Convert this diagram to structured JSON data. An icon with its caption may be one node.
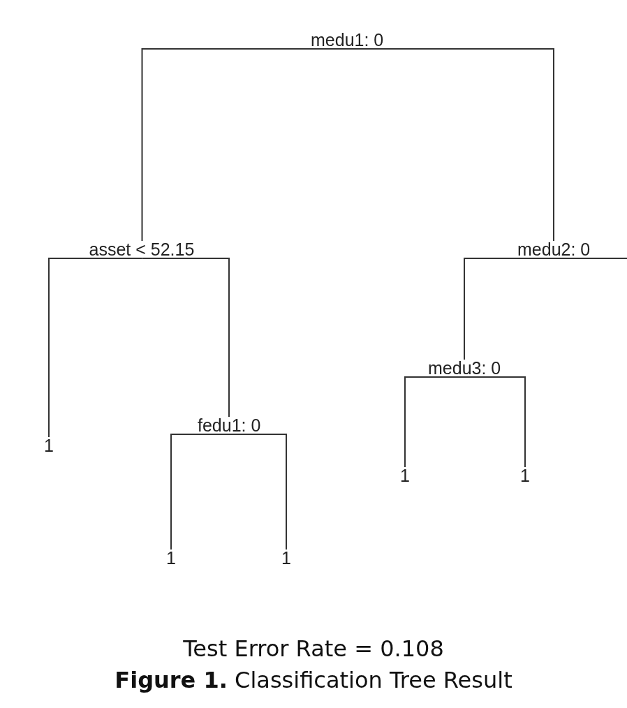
{
  "diagram": {
    "caption": "**Figure 1.** Classification Tree Result",
    "nodes": [
      {
        "text": [
          "medu1: 0"
        ]
      },
      {
        "text": [
          "asset < 52.15"
        ]
      },
      {
        "text": [
          "1"
        ]
      },
      {
        "text": [
          "fedu1: 0"
        ]
      },
      {
        "text": [
          "1"
        ]
      },
      {
        "text": [
          "1"
        ]
      },
      {
        "text": [
          "medu2: 0"
        ]
      },
      {
        "text": [
          "medu3: 0"
        ]
      },
      {
        "text": [
          "1"
        ]
      },
      {
        "text": [
          "1"
        ]
      }
    ],
    "edges": [
      {
        "from": 0,
        "to": 1,
        "arrow": "none"
      },
      {
        "from": 0,
        "to": 6,
        "arrow": "none"
      },
      {
        "from": 1,
        "to": 2,
        "arrow": "none"
      },
      {
        "from": 1,
        "to": 3,
        "arrow": "none"
      },
      {
        "from": 3,
        "to": 4,
        "arrow": "none"
      },
      {
        "from": 3,
        "to": 5,
        "arrow": "none"
      },
      {
        "from": 6,
        "to": 7,
        "arrow": "none"
      },
      {
        "from": 6,
        "to": null,
        "arrow": "none"
      },
      {
        "from": 7,
        "to": 8,
        "arrow": "none"
      },
      {
        "from": 7,
        "to": 9,
        "arrow": "none"
      }
    ],
    "labels": [
      "Test Error Rate = 0.108"
    ]
  }
}
